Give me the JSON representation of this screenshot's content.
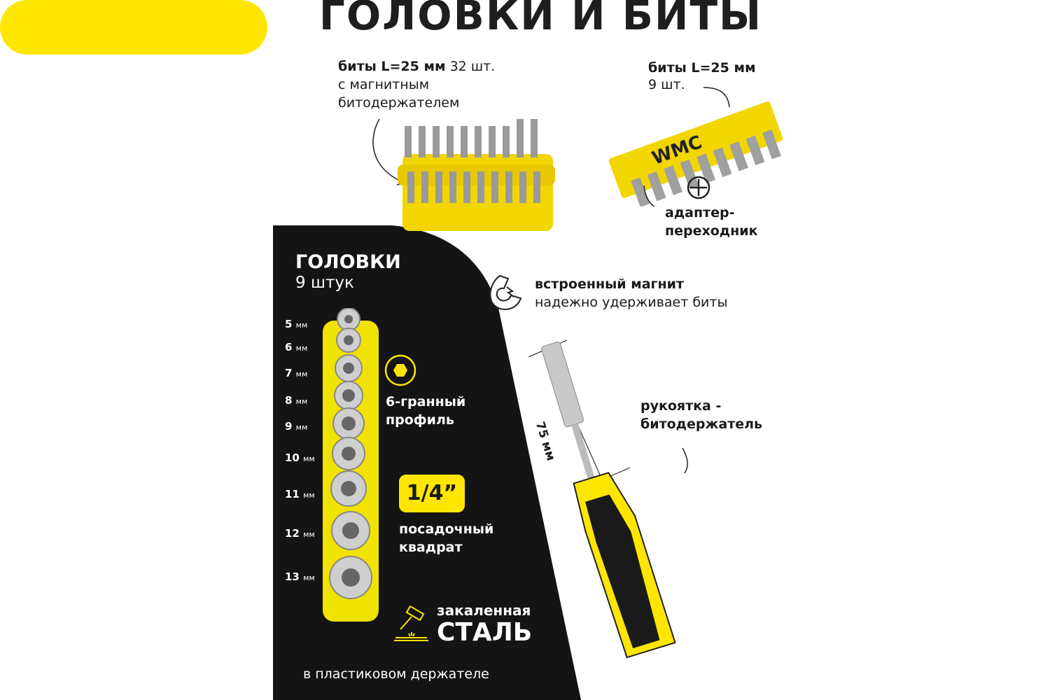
{
  "title": "ГОЛОВКИ И БИТЫ",
  "bits_set": {
    "heading_bold": "биты L=25 мм",
    "heading_count": "32 шт.",
    "line2": "с магнитным",
    "line3": "битодержателем"
  },
  "bits_strip": {
    "heading": "биты L=25 мм",
    "count": "9 шт.",
    "brand": "WMC",
    "adapter_line1": "адаптер-",
    "adapter_line2": "переходник"
  },
  "sockets": {
    "heading": "ГОЛОВКИ",
    "count": "9 штук",
    "sizes": [
      {
        "n": "5",
        "u": "мм"
      },
      {
        "n": "6",
        "u": "мм"
      },
      {
        "n": "7",
        "u": "мм"
      },
      {
        "n": "8",
        "u": "мм"
      },
      {
        "n": "9",
        "u": "мм"
      },
      {
        "n": "10",
        "u": "мм"
      },
      {
        "n": "11",
        "u": "мм"
      },
      {
        "n": "12",
        "u": "мм"
      },
      {
        "n": "13",
        "u": "мм"
      }
    ],
    "profile_line1": "6-гранный",
    "profile_line2": "профиль",
    "drive": "1/4”",
    "drive_line1": "посадочный",
    "drive_line2": "квадрат",
    "steel_line1": "закаленная",
    "steel_line2": "СТАЛЬ",
    "holder": "в пластиковом держателе"
  },
  "magnet": {
    "line1": "встроенный магнит",
    "line2": "надежно удерживает биты"
  },
  "handle": {
    "length": "75 мм",
    "line1": "рукоятка -",
    "line2": "битодержатель"
  },
  "colors": {
    "yellow": "#ffe600",
    "black": "#141414"
  }
}
